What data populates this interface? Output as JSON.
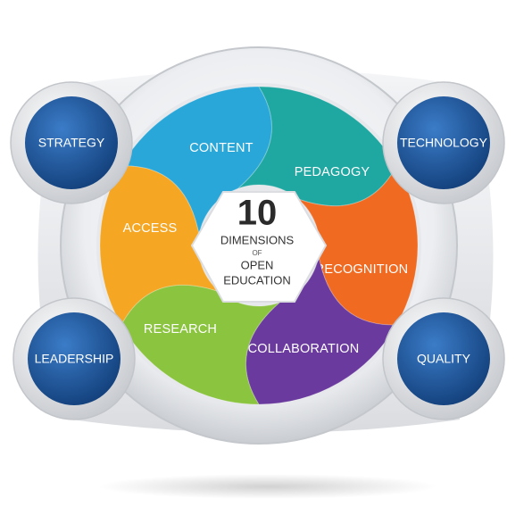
{
  "center": {
    "number": "10",
    "line1": "DIMENSIONS",
    "line2": "OF",
    "line3": "OPEN",
    "line4": "EDUCATION"
  },
  "segments": [
    {
      "label": "CONTENT",
      "color": "#2aa7d9"
    },
    {
      "label": "PEDAGOGY",
      "color": "#1fa7a1"
    },
    {
      "label": "RECOGNITION",
      "color": "#f06a22"
    },
    {
      "label": "COLLABORATION",
      "color": "#6a3a9e"
    },
    {
      "label": "RESEARCH",
      "color": "#8bc43f"
    },
    {
      "label": "ACCESS",
      "color": "#f5a623"
    }
  ],
  "corners": {
    "strategy": "STRATEGY",
    "technology": "TECHNOLOGY",
    "leadership": "LEADERSHIP",
    "quality": "QUALITY"
  },
  "colors": {
    "node_blue": "#1f5fa8",
    "node_blue_dark": "#123f7a",
    "ring_grey": "#d8d9dc"
  }
}
